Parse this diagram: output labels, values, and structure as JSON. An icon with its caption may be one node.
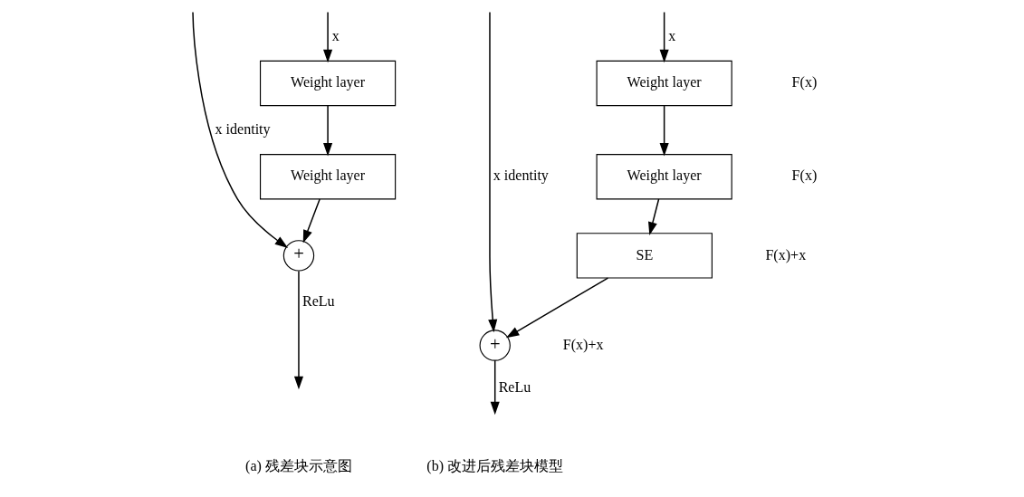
{
  "diagram": {
    "nodes": [
      {
        "text": [
          "Weight layer"
        ]
      },
      {
        "text": [
          "Weight layer"
        ]
      },
      {
        "text": [
          "+"
        ]
      },
      {
        "text": [
          "Weight layer"
        ]
      },
      {
        "text": [
          "Weight layer"
        ]
      },
      {
        "text": [
          "SE"
        ]
      },
      {
        "text": [
          "+"
        ]
      }
    ],
    "edges": [
      {
        "from": null,
        "to": 0,
        "arrow": "to",
        "label": "x"
      },
      {
        "from": 0,
        "to": 1,
        "arrow": "to"
      },
      {
        "from": 1,
        "to": 2,
        "arrow": "to"
      },
      {
        "from": null,
        "to": 2,
        "arrow": "to",
        "label": "x identity"
      },
      {
        "from": 2,
        "to": null,
        "arrow": "to",
        "label": "ReLu"
      },
      {
        "from": null,
        "to": 3,
        "arrow": "to",
        "label": "x"
      },
      {
        "from": 3,
        "to": 4,
        "arrow": "to"
      },
      {
        "from": 4,
        "to": 5,
        "arrow": "to"
      },
      {
        "from": 5,
        "to": 6,
        "arrow": "to"
      },
      {
        "from": null,
        "to": 6,
        "arrow": "to",
        "label": "x identity"
      },
      {
        "from": 6,
        "to": null,
        "arrow": "to",
        "label": "ReLu"
      }
    ],
    "labels": [
      "F(x)",
      "F(x)+x",
      "(a) 残差块示意图",
      "F(x)",
      "F(x)+x",
      "(b) 改进后残差块模型"
    ]
  }
}
